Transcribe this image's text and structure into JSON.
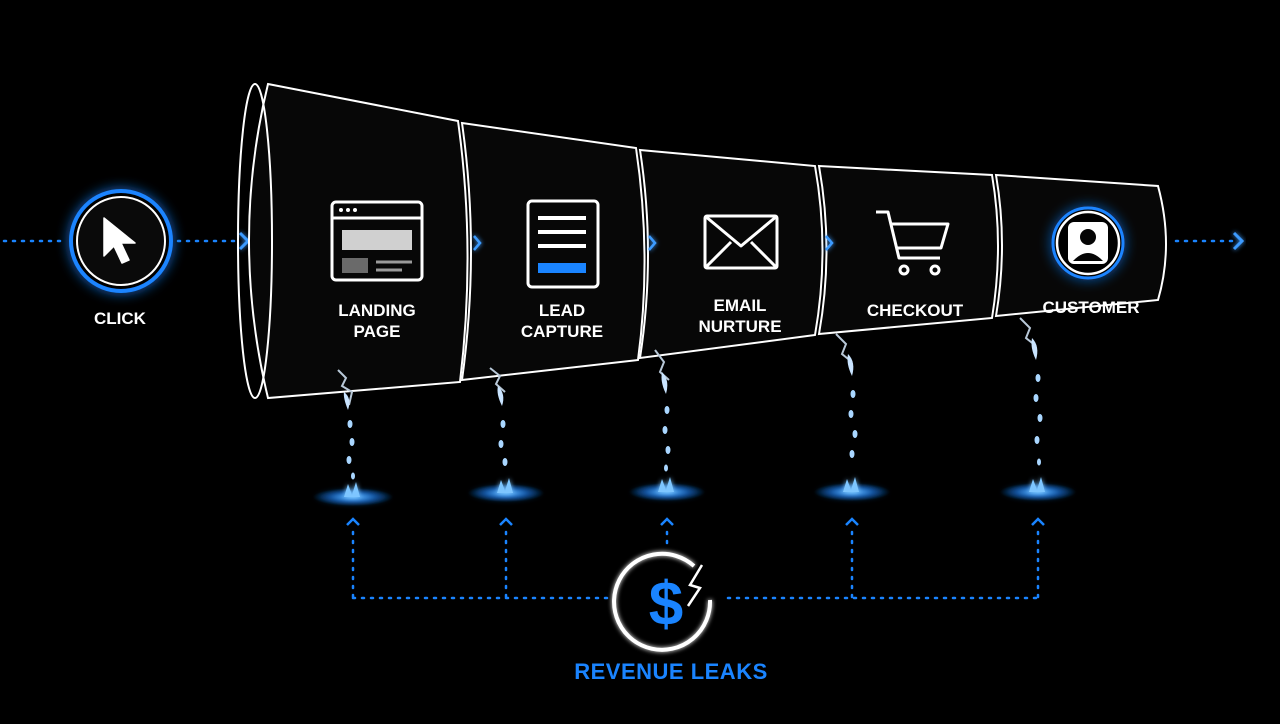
{
  "start": {
    "label": "CLICK",
    "icon": "cursor-icon"
  },
  "stages": [
    {
      "line1": "LANDING",
      "line2": "PAGE",
      "icon": "browser-window-icon"
    },
    {
      "line1": "LEAD",
      "line2": "CAPTURE",
      "icon": "form-document-icon"
    },
    {
      "line1": "EMAIL",
      "line2": "NURTURE",
      "icon": "envelope-icon"
    },
    {
      "line1": "CHECKOUT",
      "line2": "",
      "icon": "shopping-cart-icon"
    },
    {
      "line1": "CUSTOMER",
      "line2": "",
      "icon": "user-avatar-icon"
    }
  ],
  "leaks": {
    "label": "REVENUE LEAKS",
    "icon": "broken-dollar-icon"
  },
  "colors": {
    "accent": "#1a84ff",
    "background": "#000000",
    "outline": "#ffffff"
  }
}
